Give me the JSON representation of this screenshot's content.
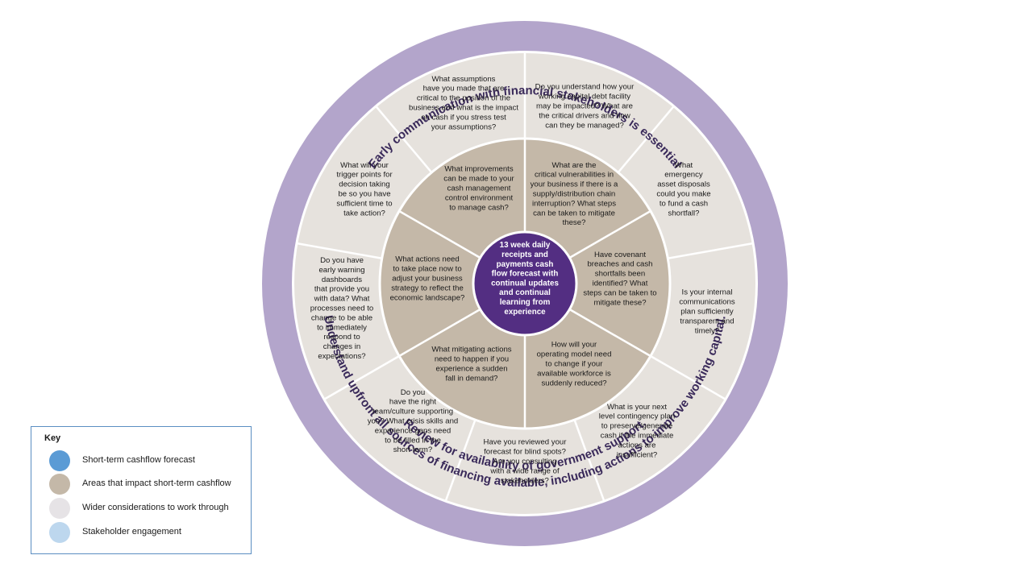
{
  "outer_ring": {
    "top_text": "Early communication with financial stakeholders is essential",
    "bottom_text_1": "Understand upfront all sources of financing available, including actions to improve working capital.",
    "bottom_text_2": "Review for availability of government support."
  },
  "center": {
    "lines": [
      "13 week daily",
      "receipts and",
      "payments cash",
      "flow forecast with",
      "continual updates",
      "and continual",
      "learning from",
      "experience"
    ]
  },
  "inner_segments": [
    {
      "lines": [
        "What improvements",
        "can be made to your",
        "cash management",
        "control environment",
        "to manage cash?"
      ]
    },
    {
      "lines": [
        "What are the",
        "critical vulnerabilities in",
        "your business if there is a",
        "supply/distribution chain",
        "interruption? What steps",
        "can be taken to mitigate",
        "these?"
      ]
    },
    {
      "lines": [
        "Have covenant",
        "breaches and cash",
        "shortfalls been",
        "identified? What",
        "steps can be taken to",
        "mitigate these?"
      ]
    },
    {
      "lines": [
        "How will your",
        "operating model need",
        "to change if your",
        "available workforce is",
        "suddenly reduced?"
      ]
    },
    {
      "lines": [
        "What mitigating actions",
        "need to happen if you",
        "experience a sudden",
        "fall in demand?"
      ]
    },
    {
      "lines": [
        "What actions need",
        "to take place now to",
        "adjust your business",
        "strategy to reflect the",
        "economic landscape?"
      ]
    }
  ],
  "outer_segments": [
    {
      "lines": [
        "What assumptions",
        "have you made that are",
        "critical to the position of the",
        "business and what is the impact",
        "on cash if you stress test",
        "your assumptions?"
      ]
    },
    {
      "lines": [
        "Do you understand how your",
        "working capital debt facility",
        "may be impacted? What are",
        "the critical drivers and how",
        "can they be managed?"
      ]
    },
    {
      "lines": [
        "What",
        "emergency",
        "asset disposals",
        "could you make",
        "to fund a cash",
        "shortfall?"
      ]
    },
    {
      "lines": [
        "Is your internal",
        "communications",
        "plan sufficiently",
        "transparent and",
        "timely?"
      ]
    },
    {
      "lines": [
        "What is your next",
        "level contingency plan",
        "to preserve/generate",
        "cash if the immediate",
        "actions are",
        "insufficient?"
      ]
    },
    {
      "lines": [
        "Have you reviewed your",
        "forecast for blind spots?",
        "Are you consulting",
        "with a wide range of",
        "stakeholders?"
      ]
    },
    {
      "lines": [
        "Do you",
        "have the right",
        "team/culture supporting",
        "you? What crisis skills and",
        "experience gaps need",
        "to be filled in the",
        "short term?"
      ]
    },
    {
      "lines": [
        "Do you have",
        "early warning",
        "dashboards",
        "that provide you",
        "with data? What",
        "processes need to",
        "change to be able",
        "to immediately",
        "respond to",
        "changes in",
        "expectations?"
      ]
    },
    {
      "lines": [
        "What will your",
        "trigger points for",
        "decision taking",
        "be so you have",
        "sufficient time to",
        "take action?"
      ]
    }
  ],
  "key": {
    "title": "Key",
    "items": [
      {
        "label": "Short-term cashflow forecast",
        "color": "#5b9bd5"
      },
      {
        "label": "Areas that impact short-term cashflow",
        "color": "#c4b8a8"
      },
      {
        "label": "Wider considerations to work through",
        "color": "#e6e3e6"
      },
      {
        "label": "Stakeholder engagement",
        "color": "#bdd7ee"
      }
    ]
  },
  "colors": {
    "outer_ring": "#b3a5cb",
    "outer_segment": "#e6e2dd",
    "inner_segment": "#c4b8a8",
    "center": "#532e82",
    "separator": "#ffffff"
  }
}
